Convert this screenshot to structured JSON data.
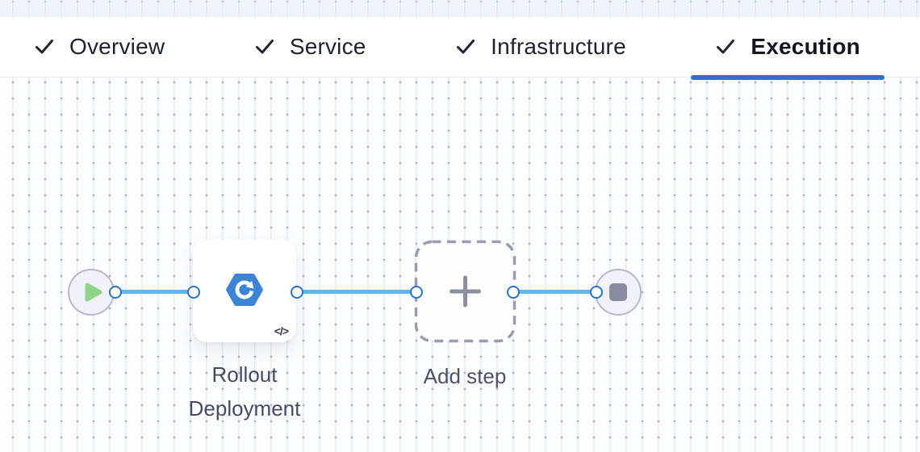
{
  "tab_bar": {
    "active_tab": "Execution",
    "tabs": [
      {
        "label": "Overview",
        "state": "completed",
        "icon": "check-icon"
      },
      {
        "label": "Service",
        "state": "completed",
        "icon": "check-icon"
      },
      {
        "label": "Infrastructure",
        "state": "completed",
        "icon": "check-icon"
      },
      {
        "label": "Execution",
        "state": "completed",
        "icon": "check-icon"
      }
    ]
  },
  "pipeline": {
    "start_node": {
      "icon": "play-icon"
    },
    "step_node": {
      "label": "Rollout Deployment",
      "icon": "k8s-rollout-icon",
      "code_badge": "</>"
    },
    "add_step_node": {
      "label": "Add step",
      "icon": "plus-icon"
    },
    "end_node": {
      "icon": "stop-icon"
    }
  },
  "colors": {
    "accent_blue": "#2f72c6",
    "connector_blue": "#61b7ee",
    "port_border_blue": "#2b72c8",
    "step_icon_blue": "#3d84d6",
    "play_green": "#8ed486",
    "node_fill": "#f1f2f9",
    "node_border": "#b7b9ca",
    "stop_gray": "#8a8ca2",
    "dash_gray": "#9a9dae"
  }
}
